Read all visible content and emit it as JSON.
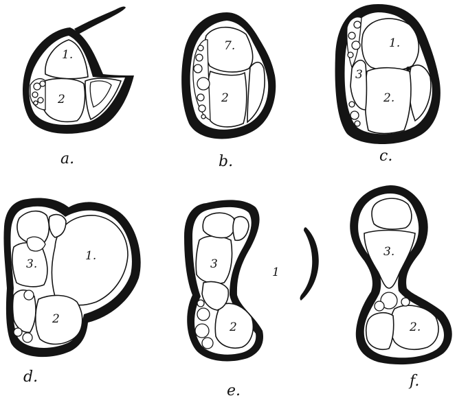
{
  "panels": [
    {
      "id": "a",
      "caption": "a.",
      "labels": [
        "1.",
        "2"
      ]
    },
    {
      "id": "b",
      "caption": "b.",
      "labels": [
        "7.",
        "2"
      ]
    },
    {
      "id": "c",
      "caption": "c.",
      "labels": [
        "1.",
        "3",
        "2."
      ]
    },
    {
      "id": "d",
      "caption": "d.",
      "labels": [
        "3.",
        "1.",
        "2"
      ]
    },
    {
      "id": "e",
      "caption": "e.",
      "labels": [
        "3",
        "1",
        "2"
      ]
    },
    {
      "id": "f",
      "caption": "f.",
      "labels": [
        "3.",
        "2."
      ]
    }
  ]
}
